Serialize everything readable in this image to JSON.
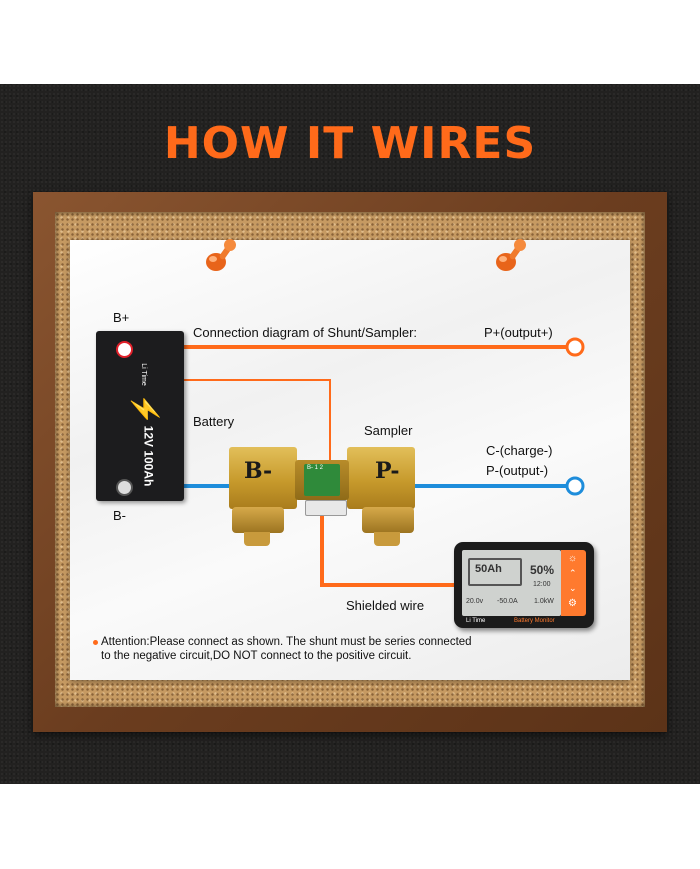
{
  "headline": "HOW IT WIRES",
  "diagram": {
    "caption": "Connection diagram of Shunt/Sampler:",
    "bplus": "B+",
    "bminus": "B-",
    "battery": "Battery",
    "sampler": "Sampler",
    "pplus": "P+(output+)",
    "cminus": "C-(charge-)",
    "pminus": "P-(output-)",
    "shielded": "Shielded wire",
    "shunt_left": "B-",
    "shunt_right": "P-",
    "shunt_terminal": "B- 1 2"
  },
  "battery_label": {
    "brand": "Li Time",
    "voltage": "12V 100Ah"
  },
  "monitor": {
    "main_value": "50Ah",
    "percent": "50%",
    "time": "12:00",
    "voltage": "20.0v",
    "current": "-50.0A",
    "power": "1.0kW",
    "brand": "Li Time",
    "label": "Battery Monitor"
  },
  "attention": {
    "line1": "Attention:Please connect as shown. The shunt must be series connected",
    "line2": "to the negative circuit,DO NOT connect to the positive circuit."
  },
  "colors": {
    "orange": "#ff6a1a",
    "blue": "#1e8ddb"
  }
}
